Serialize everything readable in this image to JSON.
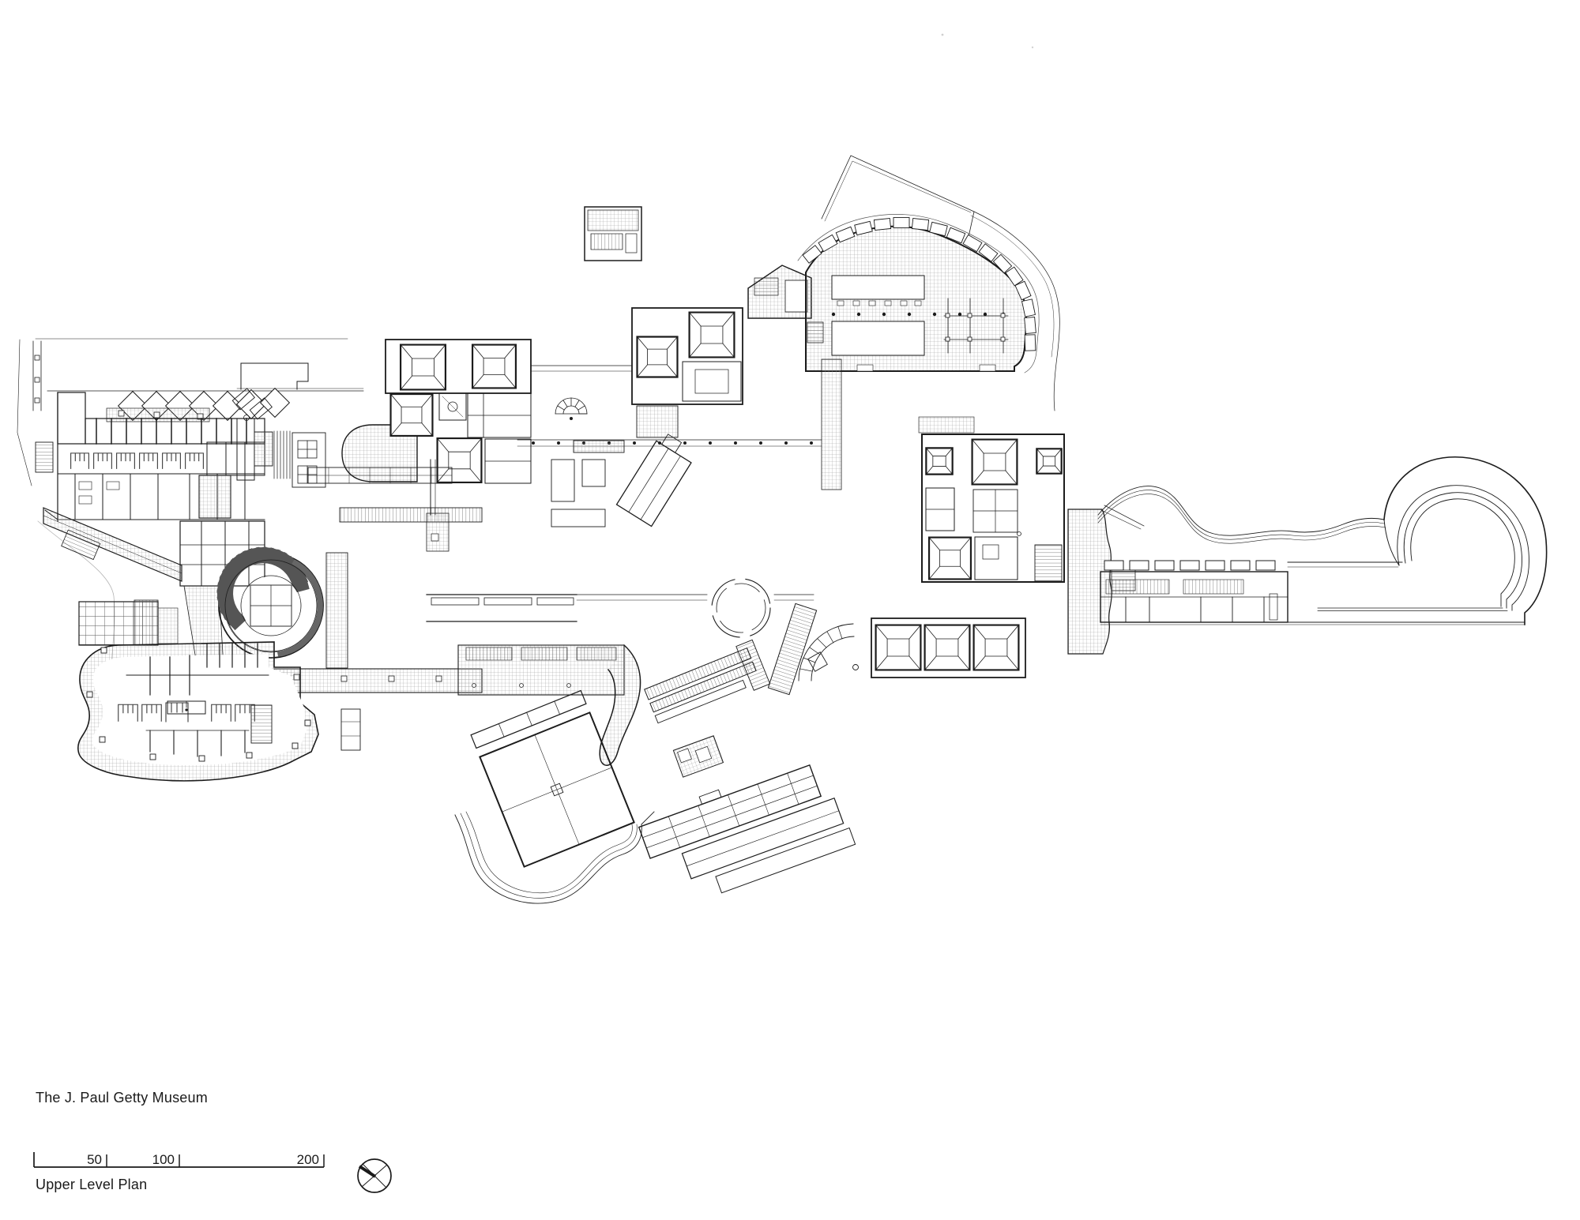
{
  "document": {
    "title": "The J. Paul Getty Museum",
    "plan_label": "Upper Level Plan",
    "scale_bar": {
      "labels": [
        "50",
        "100",
        "200"
      ],
      "ticks": [
        50,
        100,
        200
      ]
    },
    "north_arrow_icon": "north-arrow-compass-icon"
  },
  "colors": {
    "ink": "#1c1c1c",
    "paper": "#ffffff",
    "hatch_line": "#9a9a9a",
    "faint_line": "#b5b5b5"
  },
  "plan_features": [
    "entrance-rotunda-with-circular-stair",
    "gallery-pavilions-with-pyramidal-skylights",
    "central-courtyard-with-round-fountain",
    "gridded-garden-terraces",
    "northeast-cafe-terrace-with-trellis-edge",
    "east-wing-bar-building",
    "curved-overlook-ramp",
    "serpentine-garden-path",
    "southwest-office-wing",
    "rotated-south-pavilion"
  ]
}
